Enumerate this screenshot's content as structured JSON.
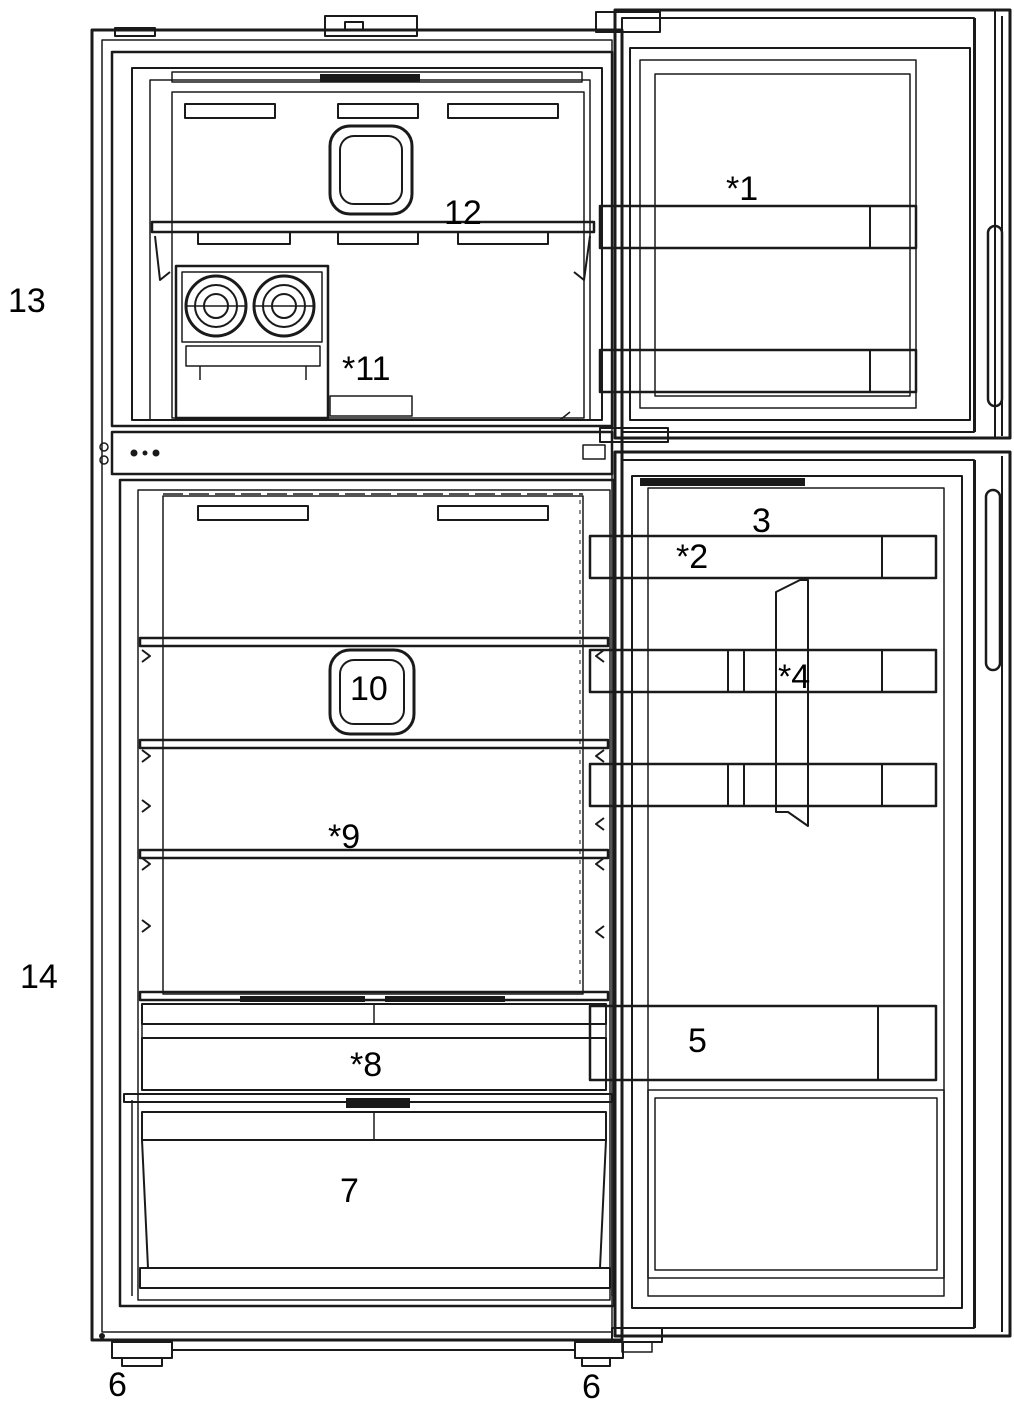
{
  "colors": {
    "line": "#1a1a1a",
    "background": "#ffffff",
    "label": "#000000"
  },
  "labels": {
    "l1": "*1",
    "l2": "*2",
    "l3": "3",
    "l4": "*4",
    "l5": "5",
    "l6a": "6",
    "l6b": "6",
    "l7": "7",
    "l8": "*8",
    "l9": "*9",
    "l10": "10",
    "l11": "*11",
    "l12": "12",
    "l13": "13",
    "l14": "14"
  }
}
